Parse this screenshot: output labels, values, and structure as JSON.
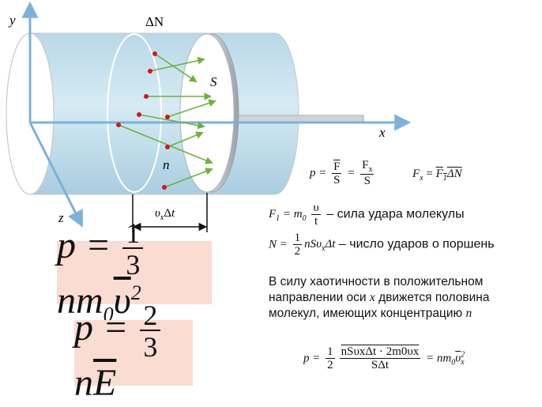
{
  "diagram": {
    "labels": {
      "y_axis": "y",
      "x_axis": "x",
      "z_axis": "z",
      "delta_n": "ΔN",
      "piston": "S",
      "concentration": "n",
      "width": "υxΔt"
    },
    "colors": {
      "cylinder": "#c9e2ee",
      "axis": "#7cb1d8",
      "arrow": "#6bb33a",
      "molecule": "#d4151b",
      "box": "#fbdcd3"
    }
  },
  "formulas": {
    "pressure_main": {
      "lhs": "p =",
      "num": "1",
      "den": "3",
      "rhs": "nm",
      "sub": "0",
      "bar": "υ",
      "sup": "2"
    },
    "pressure_energy": {
      "lhs": "p =",
      "num": "2",
      "den": "3",
      "rhs": "n",
      "bar": "E"
    },
    "p_def": {
      "p": "p =",
      "f": "F",
      "s": "S",
      "fx": "F",
      "fx_sub": "x",
      "s2": "S",
      "fx_eq": "F",
      "fx_eq_sub": "x",
      "fx_eq_rhs": "F",
      "fx_eq_rhs_sub": "1",
      "fx_eq_dn": "ΔN"
    },
    "f1_line": {
      "lhs": "F",
      "lhs_sub": "1",
      "eq": "= m",
      "eq_sub": "0",
      "num": "υ",
      "den": "t",
      "text": " – сила удара молекулы"
    },
    "n_line": {
      "lhs": "N =",
      "num": "1",
      "den": "2",
      "expr": "nSυ",
      "expr_sub": "x",
      "expr2": "Δt",
      "text": " – число ударов о поршень"
    },
    "final": {
      "lhs": "p =",
      "half_num": "1",
      "half_den": "2",
      "big_num": "nSυxΔt · 2m0υx",
      "big_den": "SΔt",
      "rhs": "= nm",
      "rhs_sub": "0",
      "rhs_bar": "υ",
      "rhs_sup": "2",
      "rhs_bar_sub": "x"
    }
  },
  "text": {
    "line1": "В силу хаотичности в положительном",
    "line2a": "направлении оси ",
    "line2x": "x",
    "line2b": " движется половина",
    "line3a": "молекул, имеющих концентрацию ",
    "line3n": "n"
  }
}
